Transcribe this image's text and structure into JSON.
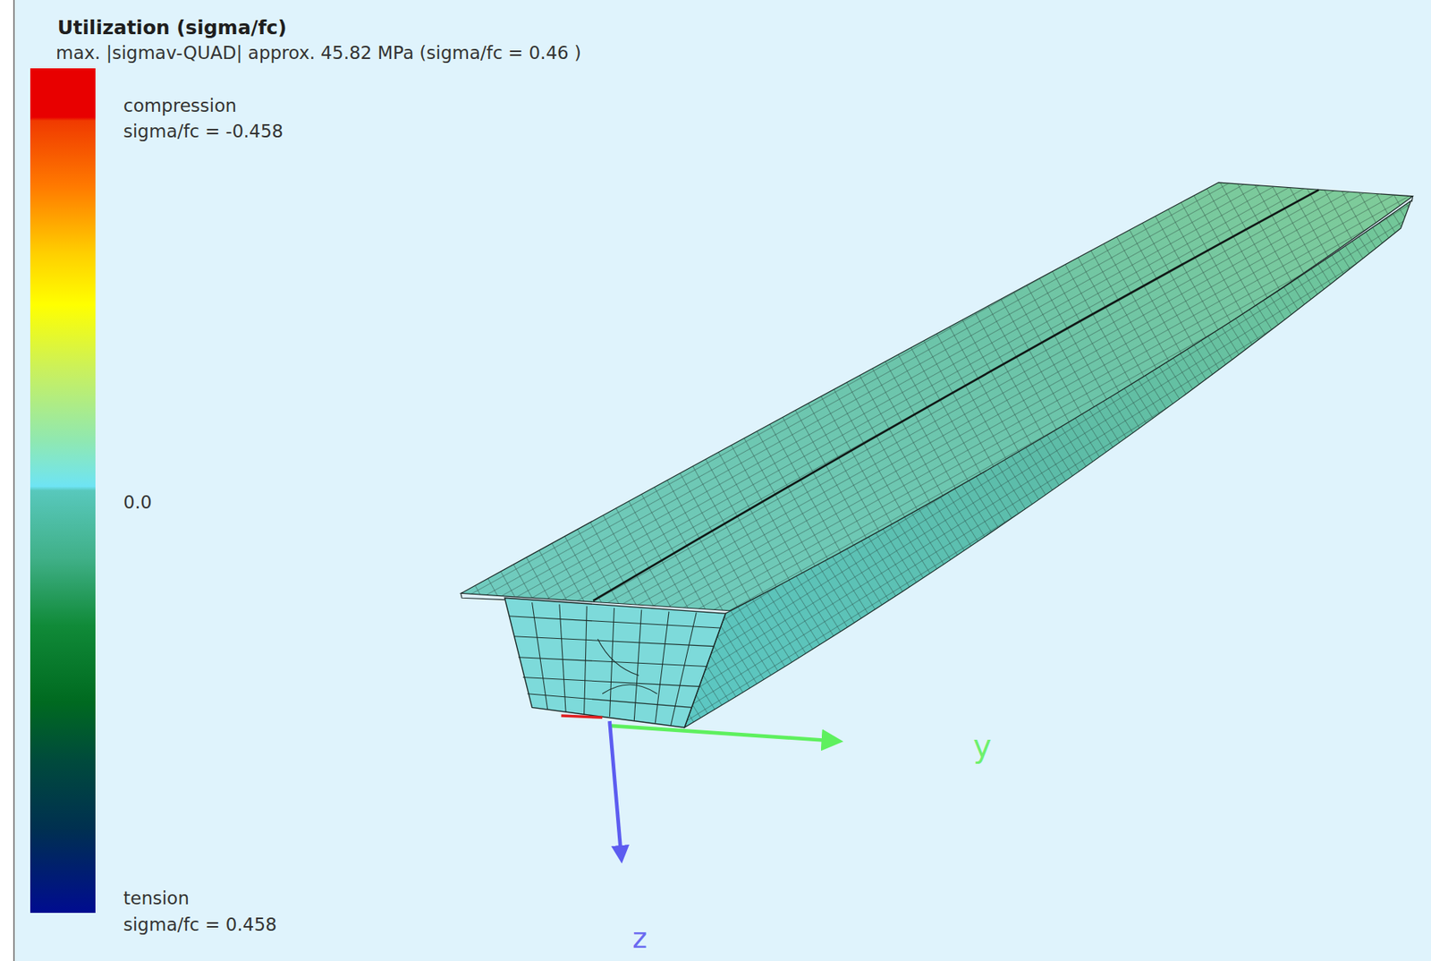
{
  "diagram": {
    "title": "Utilization (sigma/fc)",
    "labels": [
      "max. |sigmav-QUAD| approx. 45.82 MPa (sigma/fc = 0.46 )",
      "compression",
      "sigma/fc = -0.458",
      "0.0",
      "tension",
      "sigma/fc = 0.458",
      "y",
      "z"
    ]
  }
}
